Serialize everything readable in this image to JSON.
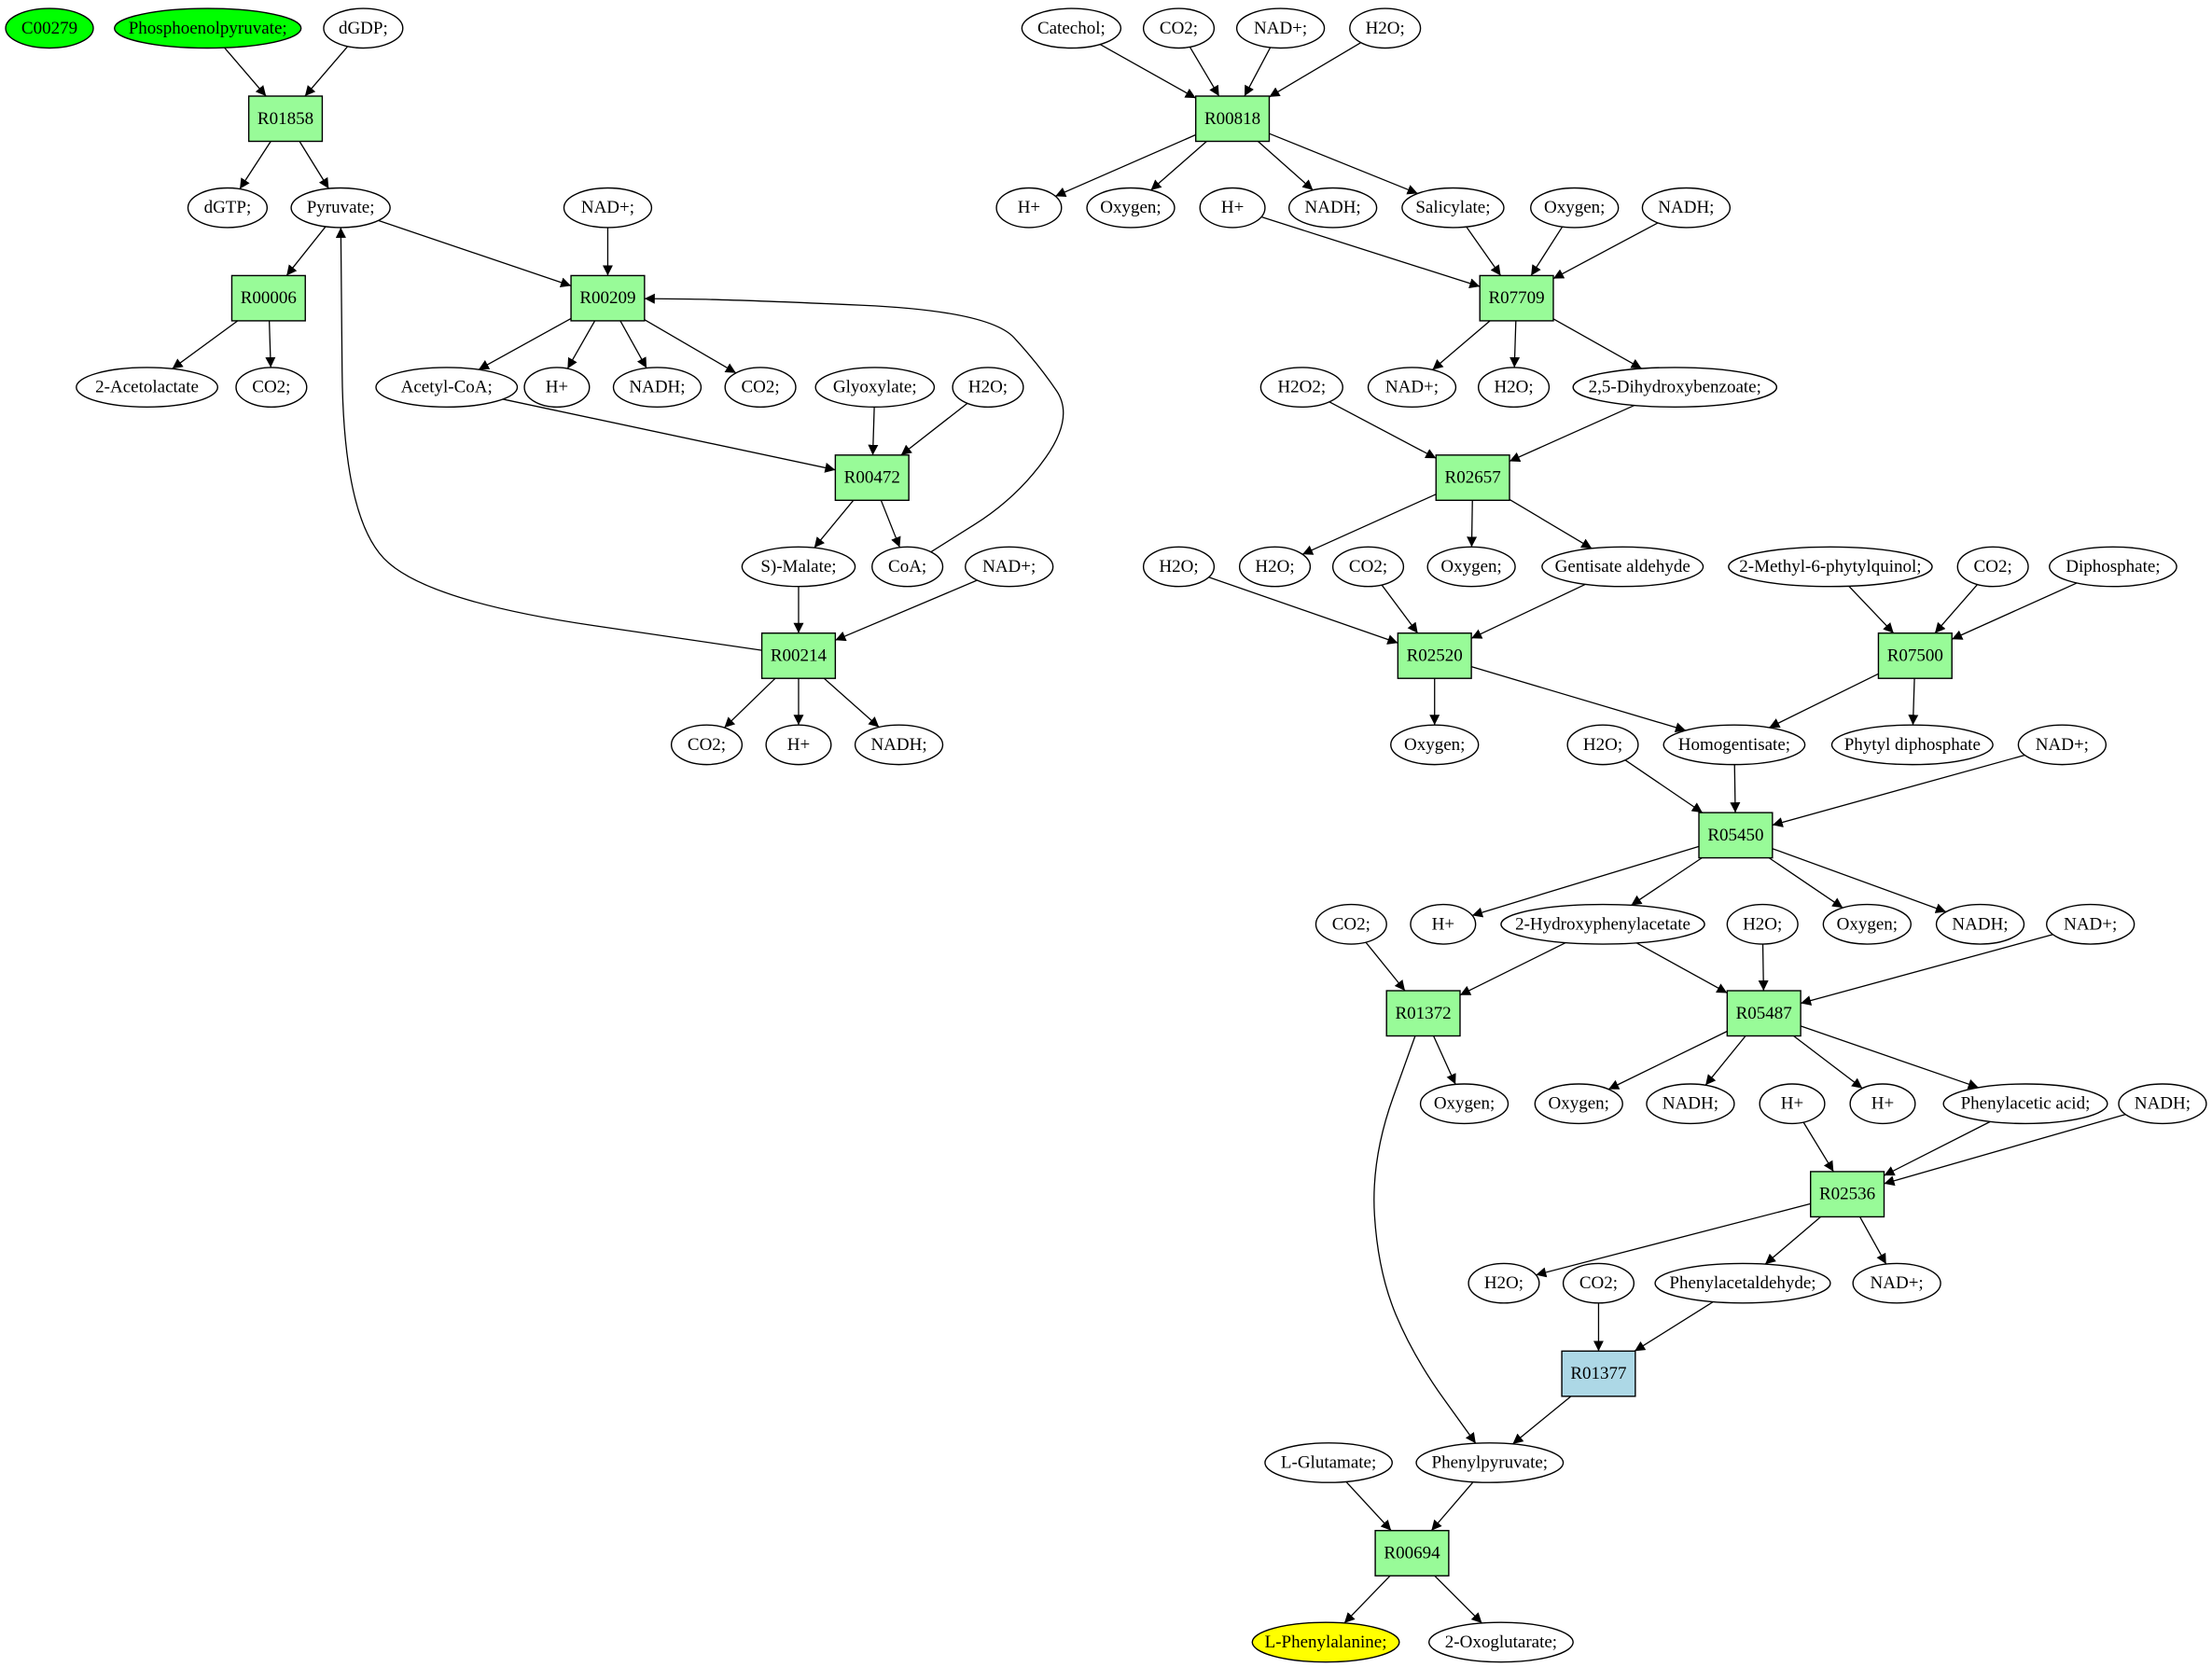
{
  "colors": {
    "reaction": "#98fb98",
    "reaction_highlight": "#add8e6",
    "compound": "#ffffff",
    "source_compound": "#00ff00",
    "target_compound": "#ffff00",
    "edge": "#000000"
  },
  "nodes": [
    {
      "id": "c_c00279",
      "label": "C00279",
      "kind": "compound",
      "fill": "source_compound"
    },
    {
      "id": "c_pep",
      "label": "Phosphoenolpyruvate;",
      "kind": "compound",
      "fill": "source_compound"
    },
    {
      "id": "c_dgdp",
      "label": "dGDP;",
      "kind": "compound"
    },
    {
      "id": "r_R01858",
      "label": "R01858",
      "kind": "reaction"
    },
    {
      "id": "c_dgtp",
      "label": "dGTP;",
      "kind": "compound"
    },
    {
      "id": "c_pyruvate",
      "label": "Pyruvate;",
      "kind": "compound"
    },
    {
      "id": "r_R00006",
      "label": "R00006",
      "kind": "reaction"
    },
    {
      "id": "c_acetolactate",
      "label": "2-Acetolactate",
      "kind": "compound"
    },
    {
      "id": "c_co2_a",
      "label": "CO2;",
      "kind": "compound"
    },
    {
      "id": "c_nad_a",
      "label": "NAD+;",
      "kind": "compound"
    },
    {
      "id": "r_R00209",
      "label": "R00209",
      "kind": "reaction"
    },
    {
      "id": "c_acetylcoa",
      "label": "Acetyl-CoA;",
      "kind": "compound"
    },
    {
      "id": "c_h_a",
      "label": "H+",
      "kind": "compound"
    },
    {
      "id": "c_nadh_a",
      "label": "NADH;",
      "kind": "compound"
    },
    {
      "id": "c_co2_b",
      "label": "CO2;",
      "kind": "compound"
    },
    {
      "id": "c_glyoxylate",
      "label": "Glyoxylate;",
      "kind": "compound"
    },
    {
      "id": "c_h2o_a",
      "label": "H2O;",
      "kind": "compound"
    },
    {
      "id": "r_R00472",
      "label": "R00472",
      "kind": "reaction"
    },
    {
      "id": "c_malate",
      "label": "S)-Malate;",
      "kind": "compound"
    },
    {
      "id": "c_coa",
      "label": "CoA;",
      "kind": "compound"
    },
    {
      "id": "c_nad_b",
      "label": "NAD+;",
      "kind": "compound"
    },
    {
      "id": "r_R00214",
      "label": "R00214",
      "kind": "reaction"
    },
    {
      "id": "c_co2_c",
      "label": "CO2;",
      "kind": "compound"
    },
    {
      "id": "c_h_b",
      "label": "H+",
      "kind": "compound"
    },
    {
      "id": "c_nadh_b",
      "label": "NADH;",
      "kind": "compound"
    },
    {
      "id": "c_catechol",
      "label": "Catechol;",
      "kind": "compound"
    },
    {
      "id": "c_co2_d",
      "label": "CO2;",
      "kind": "compound"
    },
    {
      "id": "c_nad_c",
      "label": "NAD+;",
      "kind": "compound"
    },
    {
      "id": "c_h2o_b",
      "label": "H2O;",
      "kind": "compound"
    },
    {
      "id": "r_R00818",
      "label": "R00818",
      "kind": "reaction"
    },
    {
      "id": "c_h_c",
      "label": "H+",
      "kind": "compound"
    },
    {
      "id": "c_oxygen_a",
      "label": "Oxygen;",
      "kind": "compound"
    },
    {
      "id": "c_h_d",
      "label": "H+",
      "kind": "compound"
    },
    {
      "id": "c_nadh_c",
      "label": "NADH;",
      "kind": "compound"
    },
    {
      "id": "c_salicylate",
      "label": "Salicylate;",
      "kind": "compound"
    },
    {
      "id": "c_oxygen_b",
      "label": "Oxygen;",
      "kind": "compound"
    },
    {
      "id": "c_nadh_d",
      "label": "NADH;",
      "kind": "compound"
    },
    {
      "id": "r_R07709",
      "label": "R07709",
      "kind": "reaction"
    },
    {
      "id": "c_h2o2",
      "label": "H2O2;",
      "kind": "compound"
    },
    {
      "id": "c_nad_d",
      "label": "NAD+;",
      "kind": "compound"
    },
    {
      "id": "c_h2o_c",
      "label": "H2O;",
      "kind": "compound"
    },
    {
      "id": "c_dhb",
      "label": "2,5-Dihydroxybenzoate;",
      "kind": "compound"
    },
    {
      "id": "r_R02657",
      "label": "R02657",
      "kind": "reaction"
    },
    {
      "id": "c_h2o_d",
      "label": "H2O;",
      "kind": "compound"
    },
    {
      "id": "c_h2o_e",
      "label": "H2O;",
      "kind": "compound"
    },
    {
      "id": "c_co2_e",
      "label": "CO2;",
      "kind": "compound"
    },
    {
      "id": "c_oxygen_c",
      "label": "Oxygen;",
      "kind": "compound"
    },
    {
      "id": "c_gentisald",
      "label": "Gentisate aldehyde",
      "kind": "compound"
    },
    {
      "id": "c_mpq",
      "label": "2-Methyl-6-phytylquinol;",
      "kind": "compound"
    },
    {
      "id": "c_co2_f",
      "label": "CO2;",
      "kind": "compound"
    },
    {
      "id": "c_diphosphate",
      "label": "Diphosphate;",
      "kind": "compound"
    },
    {
      "id": "r_R02520",
      "label": "R02520",
      "kind": "reaction"
    },
    {
      "id": "r_R07500",
      "label": "R07500",
      "kind": "reaction"
    },
    {
      "id": "c_oxygen_d",
      "label": "Oxygen;",
      "kind": "compound"
    },
    {
      "id": "c_h2o_f",
      "label": "H2O;",
      "kind": "compound"
    },
    {
      "id": "c_homogentisate",
      "label": "Homogentisate;",
      "kind": "compound"
    },
    {
      "id": "c_phytyldp",
      "label": "Phytyl diphosphate",
      "kind": "compound"
    },
    {
      "id": "c_nad_e",
      "label": "NAD+;",
      "kind": "compound"
    },
    {
      "id": "r_R05450",
      "label": "R05450",
      "kind": "reaction"
    },
    {
      "id": "c_co2_g",
      "label": "CO2;",
      "kind": "compound"
    },
    {
      "id": "c_h_e",
      "label": "H+",
      "kind": "compound"
    },
    {
      "id": "c_hpa",
      "label": "2-Hydroxyphenylacetate",
      "kind": "compound"
    },
    {
      "id": "c_h2o_g",
      "label": "H2O;",
      "kind": "compound"
    },
    {
      "id": "c_oxygen_e",
      "label": "Oxygen;",
      "kind": "compound"
    },
    {
      "id": "c_nadh_e",
      "label": "NADH;",
      "kind": "compound"
    },
    {
      "id": "c_nad_f",
      "label": "NAD+;",
      "kind": "compound"
    },
    {
      "id": "r_R01372",
      "label": "R01372",
      "kind": "reaction"
    },
    {
      "id": "r_R05487",
      "label": "R05487",
      "kind": "reaction"
    },
    {
      "id": "c_oxygen_f",
      "label": "Oxygen;",
      "kind": "compound"
    },
    {
      "id": "c_oxygen_g",
      "label": "Oxygen;",
      "kind": "compound"
    },
    {
      "id": "c_nadh_f",
      "label": "NADH;",
      "kind": "compound"
    },
    {
      "id": "c_h_f",
      "label": "H+",
      "kind": "compound"
    },
    {
      "id": "c_h_g",
      "label": "H+",
      "kind": "compound"
    },
    {
      "id": "c_phenylacetic",
      "label": "Phenylacetic acid;",
      "kind": "compound"
    },
    {
      "id": "c_nadh_g",
      "label": "NADH;",
      "kind": "compound"
    },
    {
      "id": "r_R02536",
      "label": "R02536",
      "kind": "reaction"
    },
    {
      "id": "c_h2o_h",
      "label": "H2O;",
      "kind": "compound"
    },
    {
      "id": "c_co2_h",
      "label": "CO2;",
      "kind": "compound"
    },
    {
      "id": "c_phenylacetald",
      "label": "Phenylacetaldehyde;",
      "kind": "compound"
    },
    {
      "id": "c_nad_g",
      "label": "NAD+;",
      "kind": "compound"
    },
    {
      "id": "r_R01377",
      "label": "R01377",
      "kind": "reaction",
      "fill": "reaction_highlight"
    },
    {
      "id": "c_lglutamate",
      "label": "L-Glutamate;",
      "kind": "compound"
    },
    {
      "id": "c_phenylpyruvate",
      "label": "Phenylpyruvate;",
      "kind": "compound"
    },
    {
      "id": "r_R00694",
      "label": "R00694",
      "kind": "reaction"
    },
    {
      "id": "c_lphe",
      "label": "L-Phenylalanine;",
      "kind": "compound",
      "fill": "target_compound"
    },
    {
      "id": "c_oxoglutarate",
      "label": "2-Oxoglutarate;",
      "kind": "compound"
    }
  ],
  "edges": [
    [
      "c_pep",
      "r_R01858"
    ],
    [
      "c_dgdp",
      "r_R01858"
    ],
    [
      "r_R01858",
      "c_dgtp"
    ],
    [
      "r_R01858",
      "c_pyruvate"
    ],
    [
      "c_pyruvate",
      "r_R00006"
    ],
    [
      "r_R00006",
      "c_acetolactate"
    ],
    [
      "r_R00006",
      "c_co2_a"
    ],
    [
      "c_pyruvate",
      "r_R00209"
    ],
    [
      "c_nad_a",
      "r_R00209"
    ],
    [
      "c_coa",
      "r_R00209"
    ],
    [
      "r_R00209",
      "c_acetylcoa"
    ],
    [
      "r_R00209",
      "c_h_a"
    ],
    [
      "r_R00209",
      "c_nadh_a"
    ],
    [
      "r_R00209",
      "c_co2_b"
    ],
    [
      "c_acetylcoa",
      "r_R00472"
    ],
    [
      "c_glyoxylate",
      "r_R00472"
    ],
    [
      "c_h2o_a",
      "r_R00472"
    ],
    [
      "r_R00472",
      "c_malate"
    ],
    [
      "r_R00472",
      "c_coa"
    ],
    [
      "c_malate",
      "r_R00214"
    ],
    [
      "c_nad_b",
      "r_R00214"
    ],
    [
      "r_R00214",
      "c_pyruvate"
    ],
    [
      "r_R00214",
      "c_co2_c"
    ],
    [
      "r_R00214",
      "c_h_b"
    ],
    [
      "r_R00214",
      "c_nadh_b"
    ],
    [
      "c_catechol",
      "r_R00818"
    ],
    [
      "c_co2_d",
      "r_R00818"
    ],
    [
      "c_nad_c",
      "r_R00818"
    ],
    [
      "c_h2o_b",
      "r_R00818"
    ],
    [
      "r_R00818",
      "c_h_c"
    ],
    [
      "r_R00818",
      "c_oxygen_a"
    ],
    [
      "r_R00818",
      "c_nadh_c"
    ],
    [
      "r_R00818",
      "c_salicylate"
    ],
    [
      "c_h_d",
      "r_R07709"
    ],
    [
      "c_salicylate",
      "r_R07709"
    ],
    [
      "c_oxygen_b",
      "r_R07709"
    ],
    [
      "c_nadh_d",
      "r_R07709"
    ],
    [
      "r_R07709",
      "c_nad_d"
    ],
    [
      "r_R07709",
      "c_h2o_c"
    ],
    [
      "r_R07709",
      "c_dhb"
    ],
    [
      "c_h2o2",
      "r_R02657"
    ],
    [
      "c_dhb",
      "r_R02657"
    ],
    [
      "r_R02657",
      "c_h2o_e"
    ],
    [
      "r_R02657",
      "c_oxygen_c"
    ],
    [
      "r_R02657",
      "c_gentisald"
    ],
    [
      "c_h2o_d",
      "r_R02520"
    ],
    [
      "c_co2_e",
      "r_R02520"
    ],
    [
      "c_gentisald",
      "r_R02520"
    ],
    [
      "r_R02520",
      "c_oxygen_d"
    ],
    [
      "r_R02520",
      "c_homogentisate"
    ],
    [
      "c_mpq",
      "r_R07500"
    ],
    [
      "c_co2_f",
      "r_R07500"
    ],
    [
      "c_diphosphate",
      "r_R07500"
    ],
    [
      "r_R07500",
      "c_homogentisate"
    ],
    [
      "r_R07500",
      "c_phytyldp"
    ],
    [
      "c_h2o_f",
      "r_R05450"
    ],
    [
      "c_homogentisate",
      "r_R05450"
    ],
    [
      "c_nad_e",
      "r_R05450"
    ],
    [
      "r_R05450",
      "c_h_e"
    ],
    [
      "r_R05450",
      "c_hpa"
    ],
    [
      "r_R05450",
      "c_oxygen_e"
    ],
    [
      "r_R05450",
      "c_nadh_e"
    ],
    [
      "c_co2_g",
      "r_R01372"
    ],
    [
      "c_hpa",
      "r_R01372"
    ],
    [
      "r_R01372",
      "c_oxygen_f"
    ],
    [
      "r_R01372",
      "c_phenylpyruvate"
    ],
    [
      "c_hpa",
      "r_R05487"
    ],
    [
      "c_h2o_g",
      "r_R05487"
    ],
    [
      "c_nad_f",
      "r_R05487"
    ],
    [
      "r_R05487",
      "c_oxygen_g"
    ],
    [
      "r_R05487",
      "c_nadh_f"
    ],
    [
      "r_R05487",
      "c_h_g"
    ],
    [
      "r_R05487",
      "c_phenylacetic"
    ],
    [
      "c_h_f",
      "r_R02536"
    ],
    [
      "c_phenylacetic",
      "r_R02536"
    ],
    [
      "c_nadh_g",
      "r_R02536"
    ],
    [
      "r_R02536",
      "c_h2o_h"
    ],
    [
      "r_R02536",
      "c_phenylacetald"
    ],
    [
      "r_R02536",
      "c_nad_g"
    ],
    [
      "c_co2_h",
      "r_R01377"
    ],
    [
      "c_phenylacetald",
      "r_R01377"
    ],
    [
      "r_R01377",
      "c_phenylpyruvate"
    ],
    [
      "c_lglutamate",
      "r_R00694"
    ],
    [
      "c_phenylpyruvate",
      "r_R00694"
    ],
    [
      "r_R00694",
      "c_lphe"
    ],
    [
      "r_R00694",
      "c_oxoglutarate"
    ]
  ]
}
